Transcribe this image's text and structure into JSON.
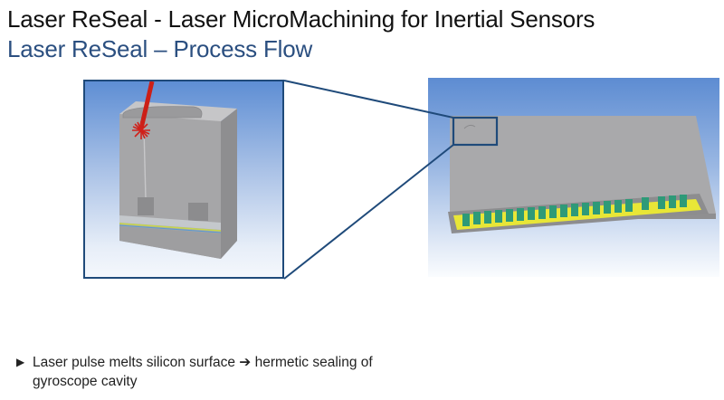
{
  "slide": {
    "title": "Laser ReSeal - Laser MicroMachining for Inertial Sensors",
    "subtitle": "Laser ReSeal – Process Flow",
    "colors": {
      "title": "#111111",
      "subtitle": "#2b4f80",
      "frame": "#1f4a7a",
      "laser": "#d0201a",
      "chip_gray": "#a9a9ab",
      "pad_yellow": "#e8e637",
      "pad_green": "#2e9a78"
    }
  },
  "figures": {
    "left": {
      "label": "cross-section-detail"
    },
    "right": {
      "label": "sensor-chip-overview"
    }
  },
  "bullets": [
    {
      "marker": "▶",
      "text_part1": "Laser pulse melts silicon surface ",
      "arrow": "➔",
      "text_part2": " hermetic sealing of gyroscope cavity"
    }
  ]
}
